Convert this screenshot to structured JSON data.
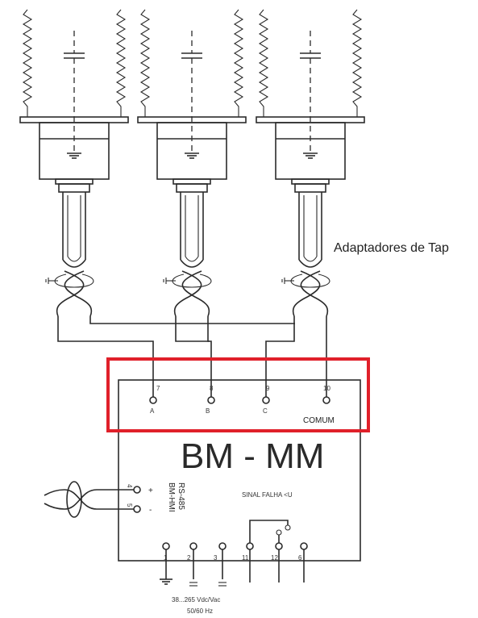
{
  "labels": {
    "tap_adapters": "Adaptadores de Tap",
    "device_name": "BM - MM",
    "common": "COMUM",
    "rs485_line1": "RS-485",
    "rs485_line2": "BM-HMI",
    "fault_signal": "SINAL FALHA <U",
    "supply_voltage": "38...265 Vdc/Vac",
    "supply_frequency": "50/60 Hz",
    "plus": "+",
    "minus": "-"
  },
  "input_terminals": [
    {
      "number": "7",
      "letter": "A"
    },
    {
      "number": "8",
      "letter": "B"
    },
    {
      "number": "9",
      "letter": "C"
    },
    {
      "number": "10",
      "letter": ""
    }
  ],
  "rs485_terminals": [
    {
      "number": "4"
    },
    {
      "number": "5"
    }
  ],
  "bottom_terminals": [
    {
      "number": "1"
    },
    {
      "number": "2"
    },
    {
      "number": "3"
    },
    {
      "number": "11"
    },
    {
      "number": "12"
    },
    {
      "number": "6"
    }
  ],
  "highlight_color": "#e0202a"
}
